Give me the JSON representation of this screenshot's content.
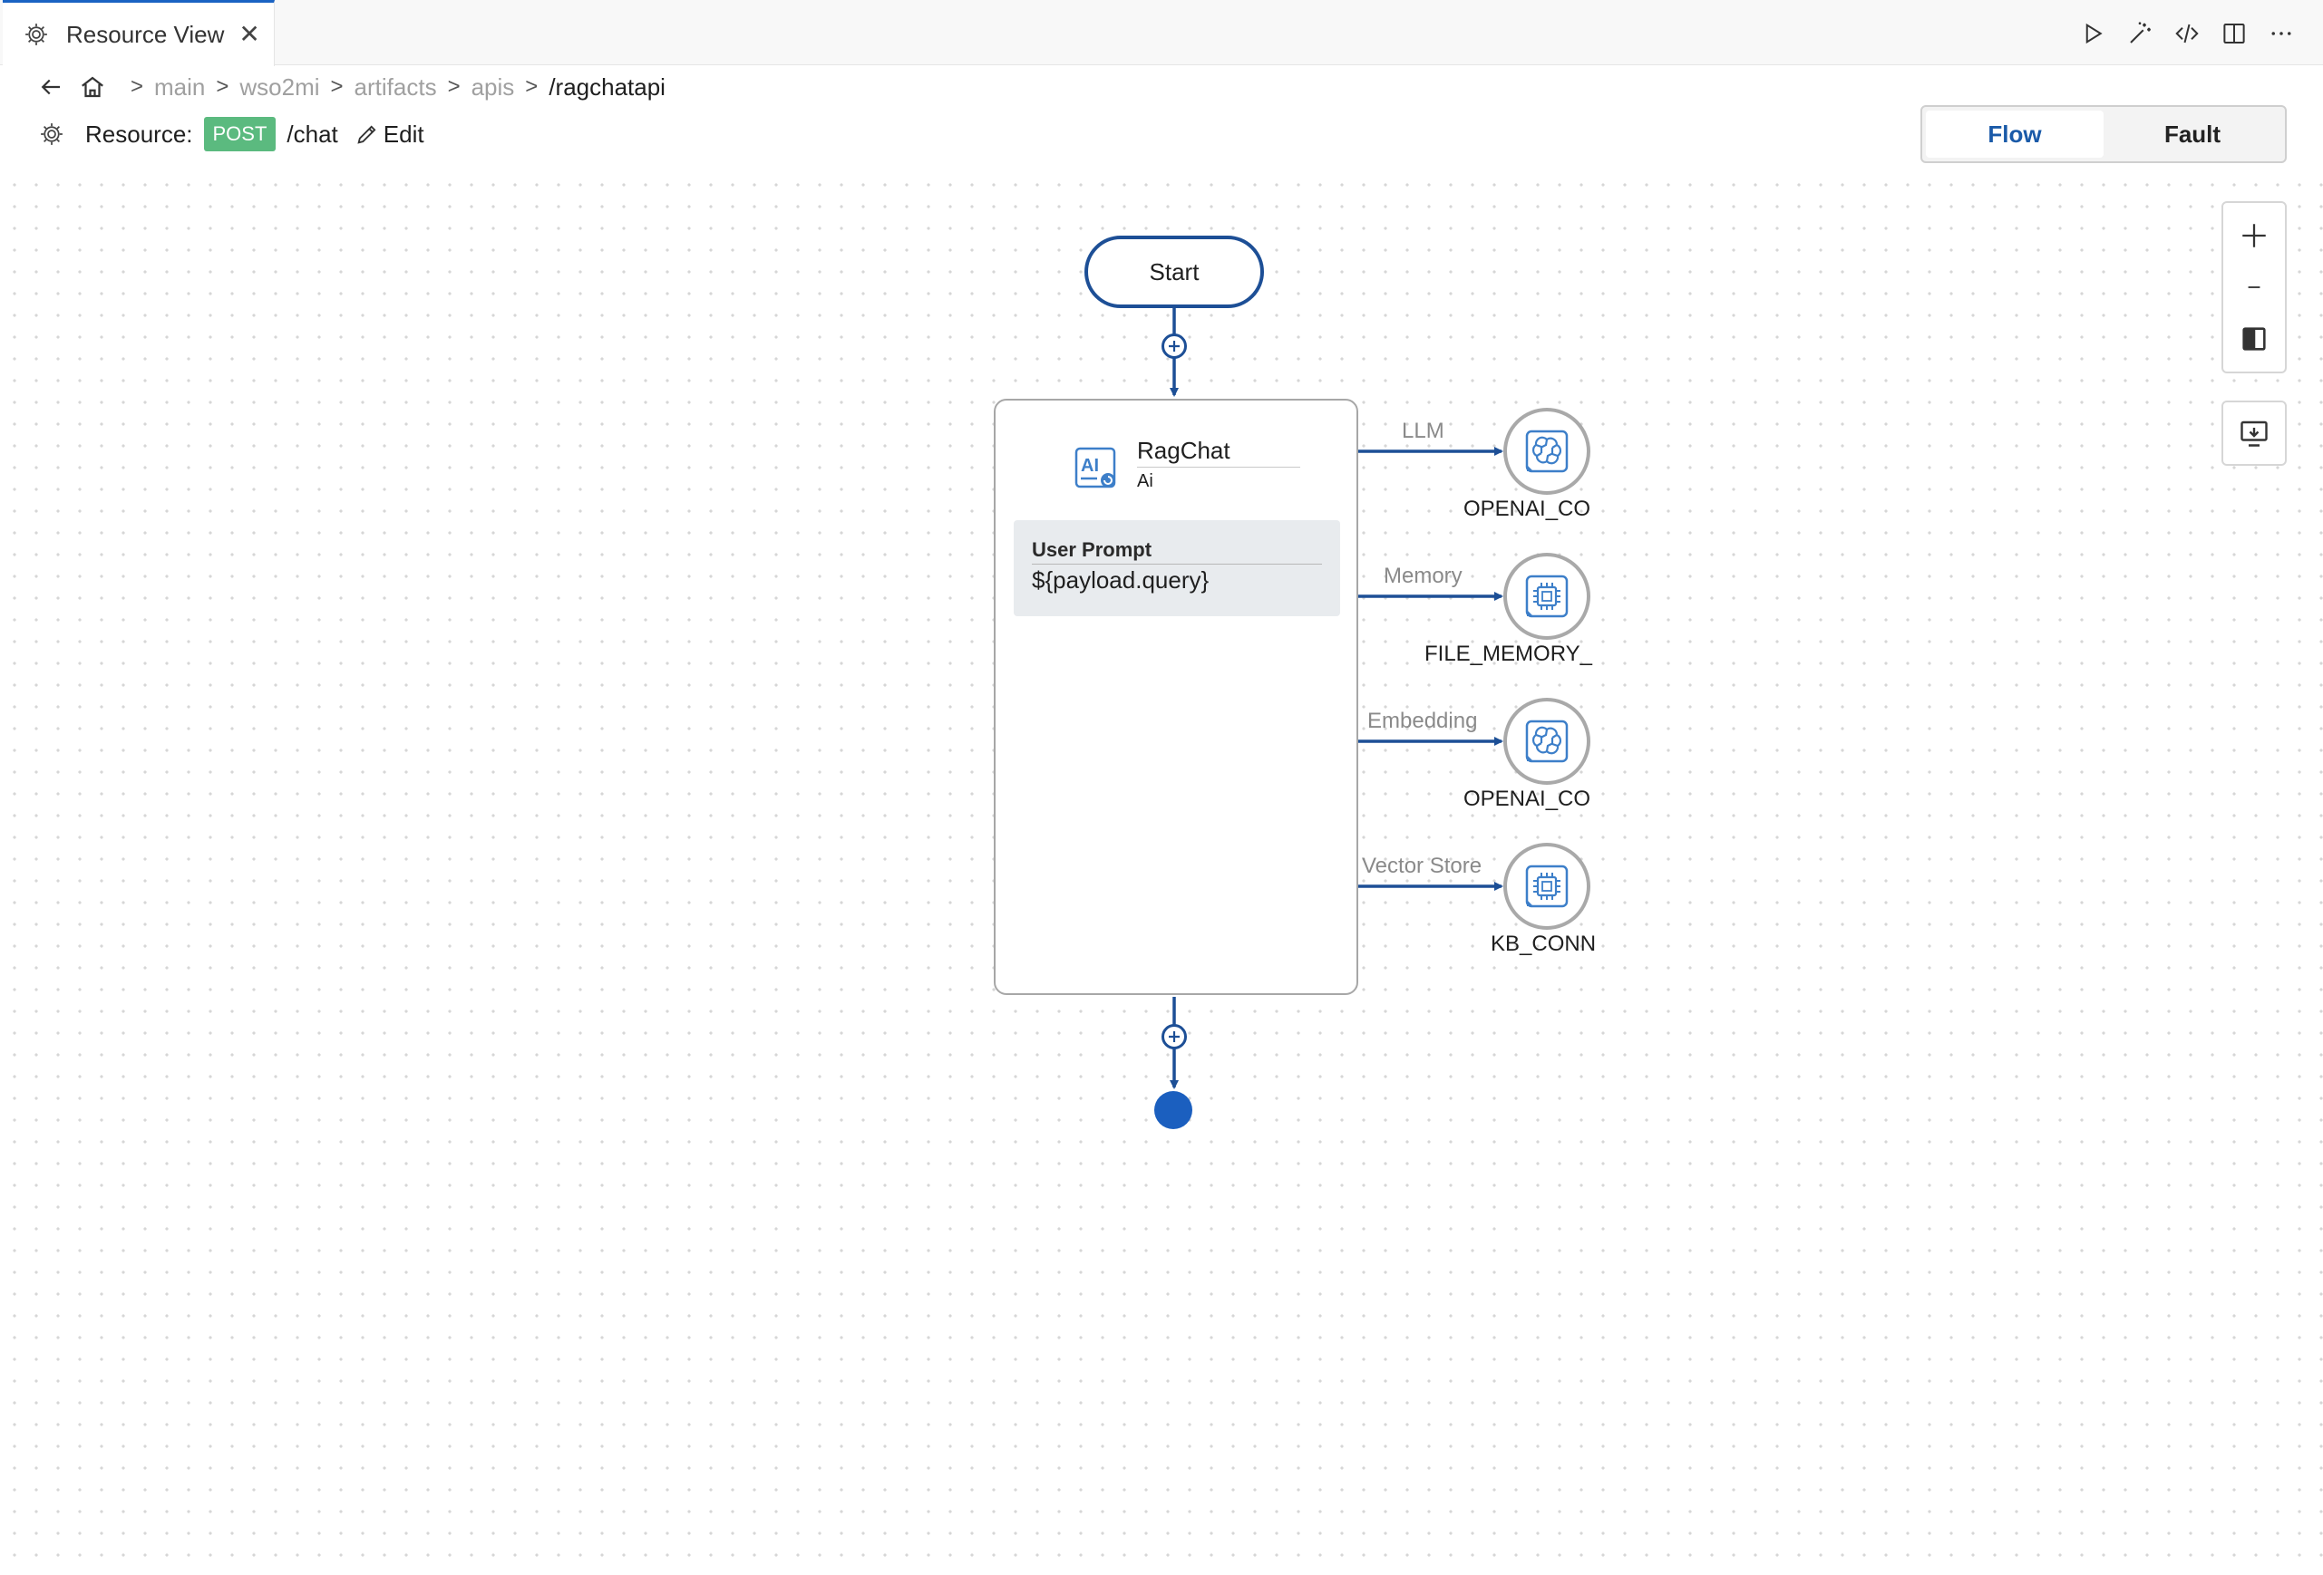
{
  "tab": {
    "title": "Resource View",
    "close": "✕"
  },
  "tab_actions": [
    "run-icon",
    "magic-wand-icon",
    "code-icon",
    "split-editor-icon",
    "more-icon"
  ],
  "breadcrumb": {
    "items": [
      "main",
      "wso2mi",
      "artifacts",
      "apis"
    ],
    "current": "/ragchatapi",
    "separator": ">"
  },
  "resource": {
    "label": "Resource:",
    "method": "POST",
    "path": "/chat",
    "edit_label": "Edit"
  },
  "view_toggle": {
    "flow": "Flow",
    "fault": "Fault",
    "active": "flow"
  },
  "diagram": {
    "start_label": "Start",
    "ai_node": {
      "title": "RagChat",
      "subtitle": "Ai",
      "prompt_label": "User Prompt",
      "prompt_value": "${payload.query}"
    },
    "connections": [
      {
        "label": "LLM",
        "connector": "OPENAI_CO",
        "icon": "openai-icon"
      },
      {
        "label": "Memory",
        "connector": "FILE_MEMORY_",
        "icon": "chip-icon"
      },
      {
        "label": "Embedding",
        "connector": "OPENAI_CO",
        "icon": "openai-icon"
      },
      {
        "label": "Vector Store",
        "connector": "KB_CONN",
        "icon": "chip-icon"
      }
    ]
  },
  "colors": {
    "accent": "#1a5aa8",
    "wire": "#1d4f96",
    "post_badge": "#5bba7f",
    "end_node": "#1b5fbf"
  }
}
